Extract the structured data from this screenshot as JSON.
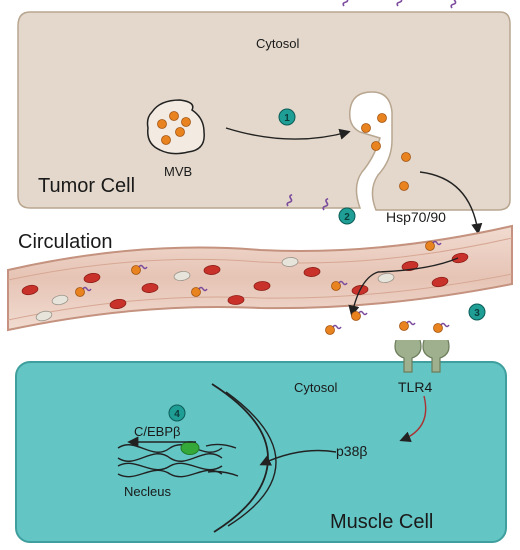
{
  "labels": {
    "tumor_cytosol": "Cytosol",
    "mvb": "MVB",
    "tumor_cell": "Tumor Cell",
    "hsp": "Hsp70/90",
    "circulation": "Circulation",
    "muscle_cytosol": "Cytosol",
    "tlr4": "TLR4",
    "cebpb": "C/EBPβ",
    "p38b": "p38β",
    "nucleus": "Necleus",
    "muscle_cell": "Muscle Cell"
  },
  "steps": [
    "1",
    "2",
    "3",
    "4"
  ],
  "colors": {
    "tumor_cell": "#e3d8cb",
    "vessel": "#e9cbbd",
    "muscle_cell": "#63c5c4",
    "rbc": "#c9322a",
    "vesicle": "#e8831f",
    "hsp": "#7a4a9c",
    "step_badge": "#1f9e95",
    "receptor": "#9fb08e",
    "cebpb_blob": "#35a83a"
  }
}
